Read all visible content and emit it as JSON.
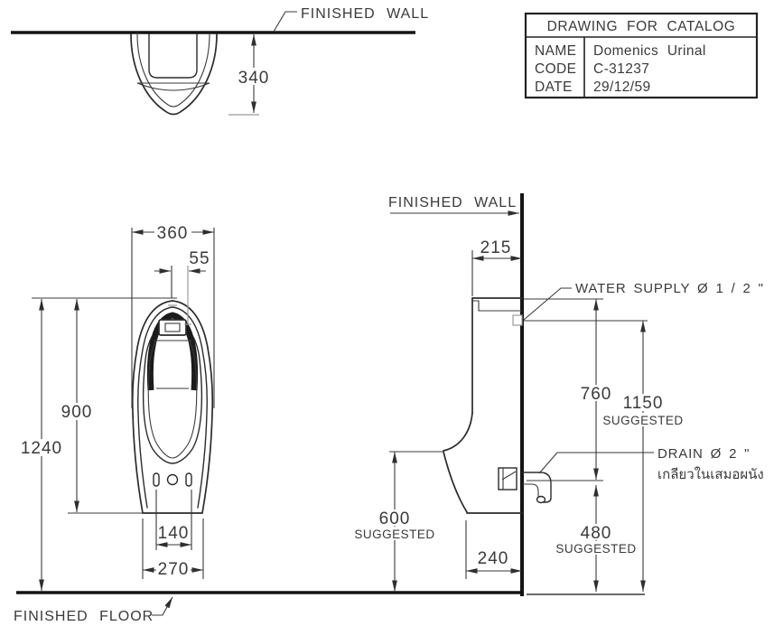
{
  "title_block": {
    "title": "DRAWING FOR CATALOG",
    "rows": [
      {
        "label": "NAME",
        "value": "Domenics Urinal"
      },
      {
        "label": "CODE",
        "value": "C-31237"
      },
      {
        "label": "DATE",
        "value": "29/12/59"
      }
    ]
  },
  "labels": {
    "finished_wall_top": "FINISHED WALL",
    "finished_wall_side": "FINISHED WALL",
    "finished_floor": "FINISHED FLOOR",
    "water_supply": "WATER SUPPLY Ø 1 / 2 \"",
    "drain": "DRAIN Ø 2 \"",
    "drain_note_thai": "เกลียวในเสมอผนัง",
    "suggested": "SUGGESTED"
  },
  "dimensions": {
    "top_view_depth": "340",
    "overall_width": "360",
    "sensor_offset": "55",
    "rim_height": "900",
    "overall_height": "1240",
    "bolt_spacing": "140",
    "base_width": "270",
    "top_depth_from_wall": "215",
    "supply_to_drain": "760",
    "supply_height": "1150",
    "rim_min_height": "600",
    "base_depth": "240",
    "drain_height": "480"
  },
  "colors": {
    "background": "#ffffff",
    "line": "#2b2b2b",
    "thick_line": "#141414",
    "dim_line": "#3a3a3a",
    "gray_line": "#9a9a9a",
    "text": "#3a3a3a"
  }
}
